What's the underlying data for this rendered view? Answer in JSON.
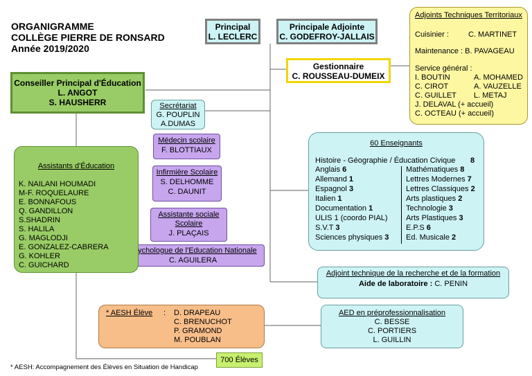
{
  "header": {
    "line1": "ORGANIGRAMME",
    "line2": "COLLÈGE PIERRE DE RONSARD",
    "line3": "Année 2019/2020"
  },
  "principal": {
    "title": "Principal",
    "name": "L. LECLERC"
  },
  "adjointe": {
    "title": "Principale Adjointe",
    "name": "C. GODEFROY-JALLAIS"
  },
  "gestionnaire": {
    "title": "Gestionnaire",
    "name": "C. ROUSSEAU-DUMEIX"
  },
  "adjoints_tech": {
    "title": "Adjoints Techniques Territoriaux",
    "cuisinier_label": "Cuisinier :",
    "cuisinier_name": "C. MARTINET",
    "maintenance": "Maintenance : B. PAVAGEAU",
    "service_label": "Service général :",
    "staff": [
      [
        "I. BOUTIN",
        "A. MOHAMED"
      ],
      [
        "C. CIROT",
        "A. VAUZELLE"
      ],
      [
        "C. GUILLET",
        "L. METAJ"
      ]
    ],
    "extra1": "J. DELAVAL (+ accueil)",
    "extra2": "C. OCTEAU (+ accueil)"
  },
  "cpe": {
    "title": "Conseiller Principal d'Éducation",
    "name1": "L. ANGOT",
    "name2": "S. HAUSHERR"
  },
  "secretariat": {
    "title": "Secrétariat",
    "names": [
      "G. POUPLIN",
      "A.DUMAS"
    ]
  },
  "medecin": {
    "title": "Médecin scolaire",
    "name": "F. BLOTTIAUX"
  },
  "infirmiere": {
    "title": "Infirmière Scolaire",
    "names": [
      "S. DELHOMME",
      "C. DAUNIT"
    ]
  },
  "assistante_sociale": {
    "title1": "Assistante sociale",
    "title2": "Scolaire",
    "name": "J. PLAÇAIS"
  },
  "psychologue": {
    "title": "Psychologue de l'Education Nationale",
    "name": "C. AGUILERA"
  },
  "assistants_education": {
    "title": "Assistants d'Éducation",
    "names": [
      "K. NAILANI HOUMADI",
      "M-F. ROQUELAURE",
      "E. BONNAFOUS",
      "Q. GANDILLON",
      "S.SHADRIN",
      "S. HALILA",
      "G. MAGLODJI",
      "E. GONZALEZ-CABRERA",
      "G. KOHLER",
      "C. GUICHARD"
    ]
  },
  "enseignants": {
    "title": "60 Enseignants",
    "top_line": "Histoire - Géographie / Éducation Civique",
    "top_count": "8",
    "left": [
      [
        "Anglais",
        "6"
      ],
      [
        "Allemand",
        "1"
      ],
      [
        "Espagnol",
        "3"
      ],
      [
        "Italien",
        "1"
      ],
      [
        "Documentation",
        "1"
      ],
      [
        "ULIS",
        "1 (coordo PIAL)"
      ],
      [
        "S.V.T",
        "3"
      ],
      [
        "Sciences physiques",
        "3"
      ]
    ],
    "right": [
      [
        "Mathématiques",
        "8"
      ],
      [
        "Lettres Modernes",
        "7"
      ],
      [
        "Lettres Classiques",
        "2"
      ],
      [
        "Arts plastiques",
        "2"
      ],
      [
        "Technologie",
        "3"
      ],
      [
        "Arts Plastiques",
        "3"
      ],
      [
        "E.P.S",
        "6"
      ],
      [
        "Ed. Musicale",
        "2"
      ]
    ]
  },
  "adjoint_recherche": {
    "title": "Adjoint technique de la recherche et de la formation",
    "label": "Aide de laboratoire :",
    "name": "C. PENIN"
  },
  "aesh": {
    "title": "* AESH Élève",
    "sep": ":",
    "names": [
      "D. DRAPEAU",
      "C. BRENUCHOT",
      "P. GRAMOND",
      "M. POUBLAN"
    ]
  },
  "aed_prepro": {
    "title": "AED en préprofessionnalisation",
    "names": [
      "C. BESSE",
      "C. PORTIERS",
      "L. GUILLIN"
    ]
  },
  "eleves": {
    "label": "700 Élèves"
  },
  "footnote": "* AESH: Accompagnement des Élèves en Situation de Handicap",
  "colors": {
    "grey_border": "#7f7f7f",
    "cyan": "#cdf3f5",
    "yellow": "#fdf7a2",
    "green": "#99cc66",
    "purple": "#c7a6ee",
    "orange": "#f7be8a"
  }
}
